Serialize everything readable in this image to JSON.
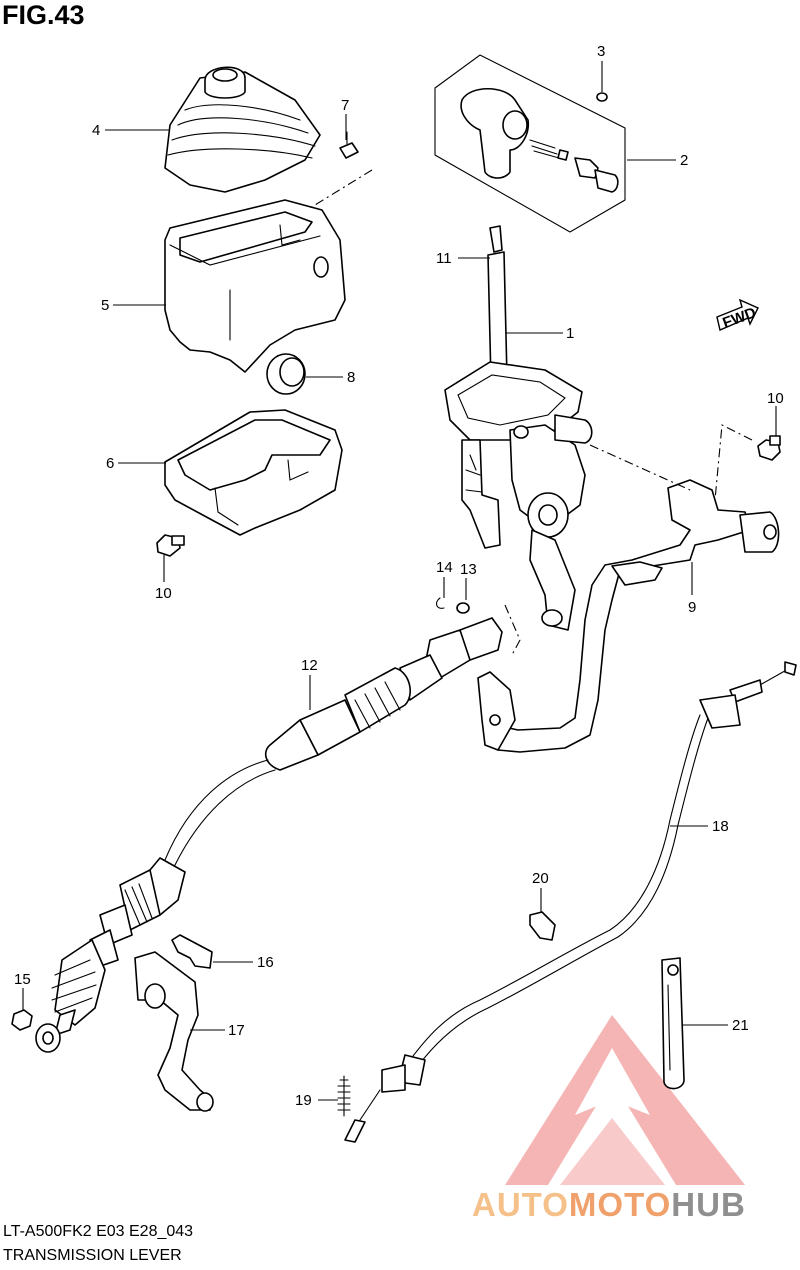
{
  "figure": {
    "title": "FIG.43"
  },
  "footer": {
    "model_code": "LT-A500FK2 E03 E28_043",
    "section_name": "TRANSMISSION LEVER"
  },
  "direction_tag": "FWD",
  "watermark": {
    "part1": "AUTO",
    "part2": "MOTO",
    "part3": "HUB",
    "colors": {
      "auto": "#f5c08a",
      "moto": "#f0a06a",
      "hub": "#8f8f8f",
      "triangle": "#f07a7a"
    }
  },
  "callouts": {
    "c1": "1",
    "c2": "2",
    "c3": "3",
    "c4": "4",
    "c5": "5",
    "c6": "6",
    "c7": "7",
    "c8": "8",
    "c9": "9",
    "c10a": "10",
    "c10b": "10",
    "c11": "11",
    "c12": "12",
    "c13": "13",
    "c14": "14",
    "c15": "15",
    "c16": "16",
    "c17": "17",
    "c18": "18",
    "c19": "19",
    "c20": "20",
    "c21": "21"
  }
}
